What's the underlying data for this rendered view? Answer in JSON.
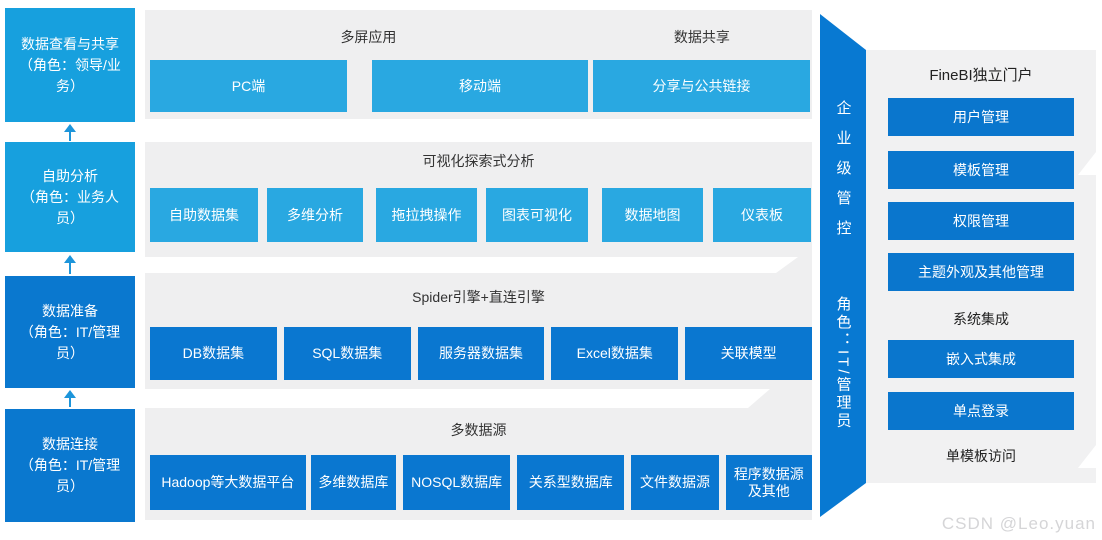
{
  "left_flow": {
    "stages": [
      {
        "name": "数据查看与共享",
        "role": "（角色：领导/业务）"
      },
      {
        "name": "自助分析",
        "role": "（角色：业务人员）"
      },
      {
        "name": "数据准备",
        "role": "（角色：IT/管理员）"
      },
      {
        "name": "数据连接",
        "role": "（角色：IT/管理员）"
      }
    ]
  },
  "bands": [
    {
      "titles": [
        "多屏应用",
        "数据共享"
      ],
      "items": [
        "PC端",
        "移动端",
        "分享与公共链接"
      ]
    },
    {
      "titles": [
        "可视化探索式分析"
      ],
      "items": [
        "自助数据集",
        "多维分析",
        "拖拉拽操作",
        "图表可视化",
        "数据地图",
        "仪表板"
      ]
    },
    {
      "titles": [
        "Spider引擎+直连引擎"
      ],
      "items": [
        "DB数据集",
        "SQL数据集",
        "服务器数据集",
        "Excel数据集",
        "关联模型"
      ]
    },
    {
      "titles": [
        "多数据源"
      ],
      "items": [
        "Hadoop等大数据平台",
        "多维数据库",
        "NOSQL数据库",
        "关系型数据库",
        "文件数据源",
        "程序数据源及其他"
      ]
    }
  ],
  "governance_bar": {
    "line1": "企业级管控",
    "line2": "角色：IT/管理员"
  },
  "portal_panel": {
    "title": "FineBI独立门户",
    "portal_items": [
      "用户管理",
      "模板管理",
      "权限管理",
      "主题外观及其他管理"
    ],
    "integration_label": "系统集成",
    "integration_items": [
      "嵌入式集成",
      "单点登录"
    ],
    "footer_label": "单模板访问"
  },
  "watermark": "CSDN @Leo.yuan",
  "colors": {
    "stage_light_blue": "#17a0de",
    "stage_dark_blue": "#0a78cf",
    "band_light_blue": "#29a8e1",
    "band_dark_blue": "#0a77d0",
    "ribbon_blue": "#0879d2",
    "band_gray": "#efeff0",
    "panel_gray": "#f1f1f2",
    "title_text": "#333333",
    "watermark_gray": "#d5d5d7"
  }
}
